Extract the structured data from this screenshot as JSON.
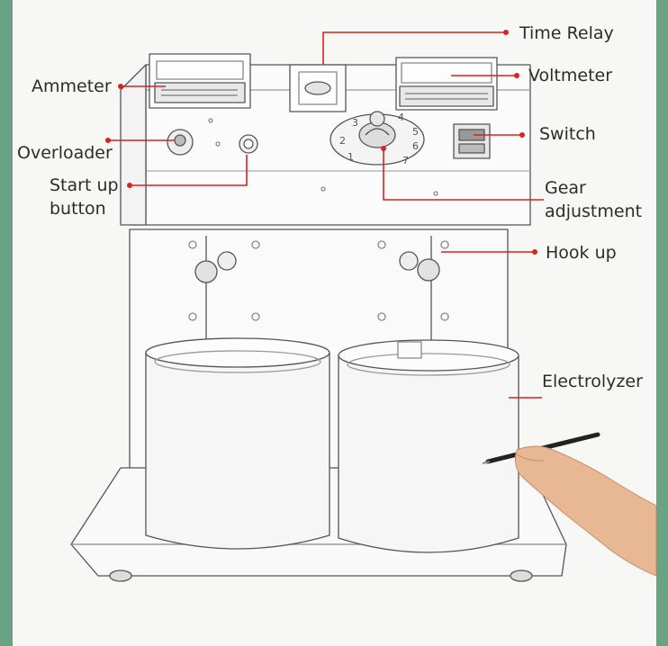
{
  "labels": {
    "time_relay": "Time Relay",
    "ammeter": "Ammeter",
    "voltmeter": "Voltmeter",
    "switch": "Switch",
    "overloader": "Overloader",
    "start_up_1": "Start up",
    "start_up_2": "button",
    "gear_1": "Gear",
    "gear_2": "adjustment",
    "hook_up": "Hook up",
    "electrolyzer": "Electrolyzer"
  },
  "dial": {
    "numbers": [
      "1",
      "2",
      "3",
      "4",
      "5",
      "6",
      "7"
    ]
  },
  "colors": {
    "callout": "#d9231d",
    "border": "#6aa384",
    "sketch": "#555555"
  }
}
